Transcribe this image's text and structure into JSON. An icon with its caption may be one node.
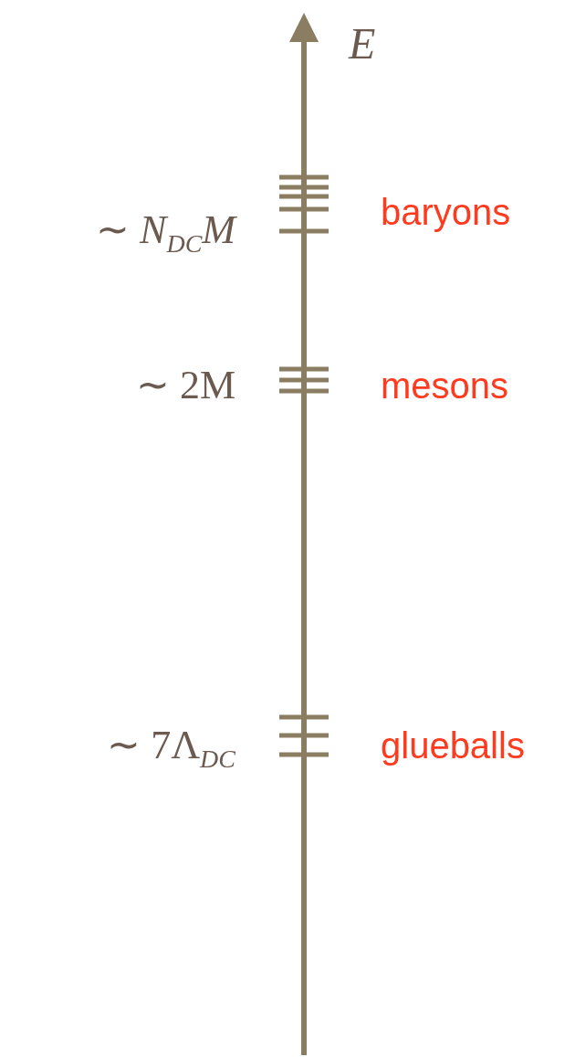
{
  "diagram": {
    "labels": [
      "E",
      "∼ *N*$_{DC}$*M*",
      "baryons",
      "∼ 2M",
      "mesons",
      "∼ 7Λ$_{DC}$",
      "glueballs"
    ]
  }
}
